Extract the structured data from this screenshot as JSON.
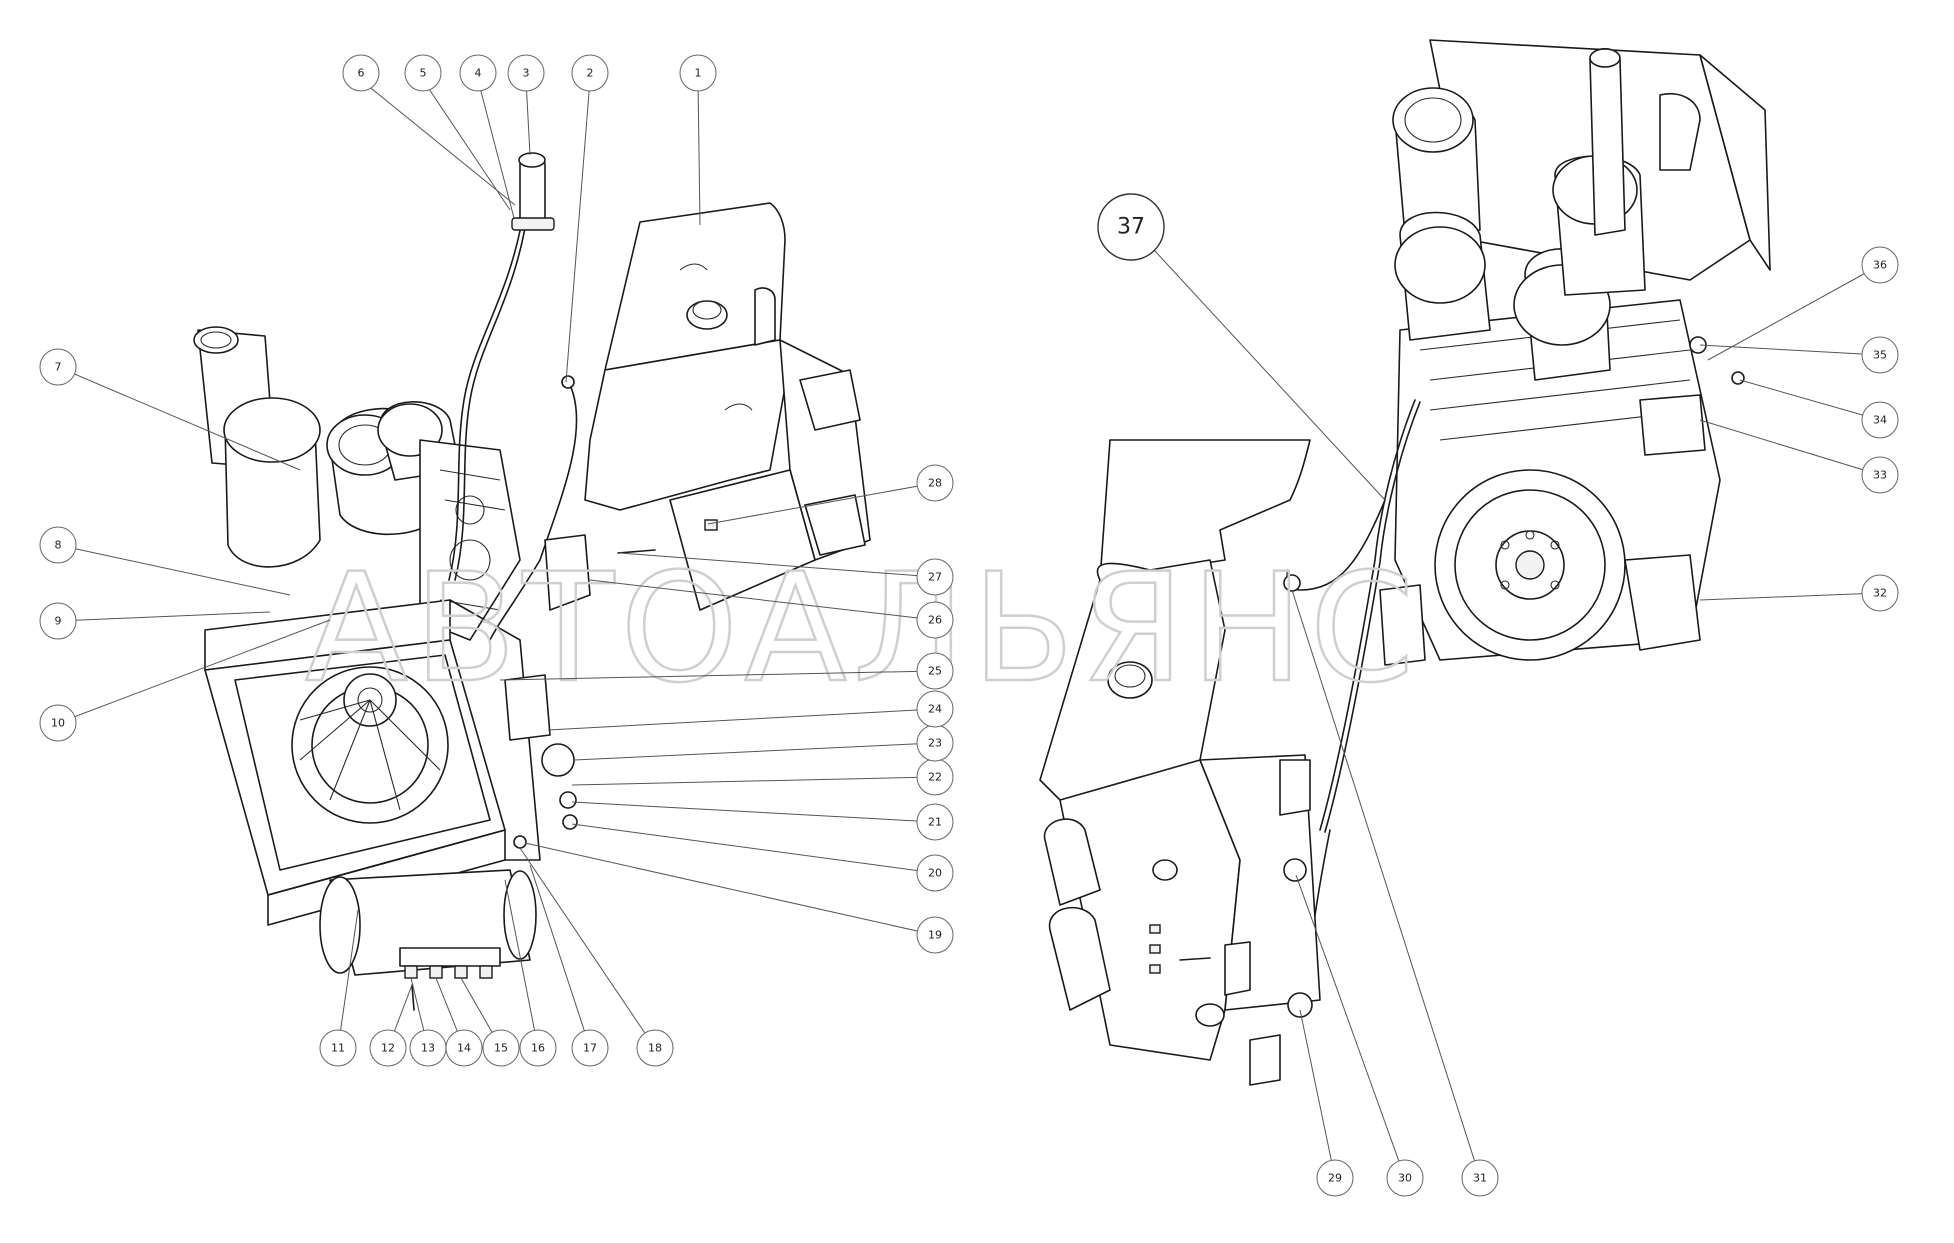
{
  "watermark": "АВТОАЛЬЯНС",
  "callouts": {
    "c1": "1",
    "c2": "2",
    "c3": "3",
    "c4": "4",
    "c5": "5",
    "c6": "6",
    "c7": "7",
    "c8": "8",
    "c9": "9",
    "c10": "10",
    "c11": "11",
    "c12": "12",
    "c13": "13",
    "c14": "14",
    "c15": "15",
    "c16": "16",
    "c17": "17",
    "c18": "18",
    "c19": "19",
    "c20": "20",
    "c21": "21",
    "c22": "22",
    "c23": "23",
    "c24": "24",
    "c25": "25",
    "c26": "26",
    "c27": "27",
    "c28": "28",
    "c29": "29",
    "c30": "30",
    "c31": "31",
    "c32": "32",
    "c33": "33",
    "c34": "34",
    "c35": "35",
    "c36": "36",
    "c37": "37"
  }
}
